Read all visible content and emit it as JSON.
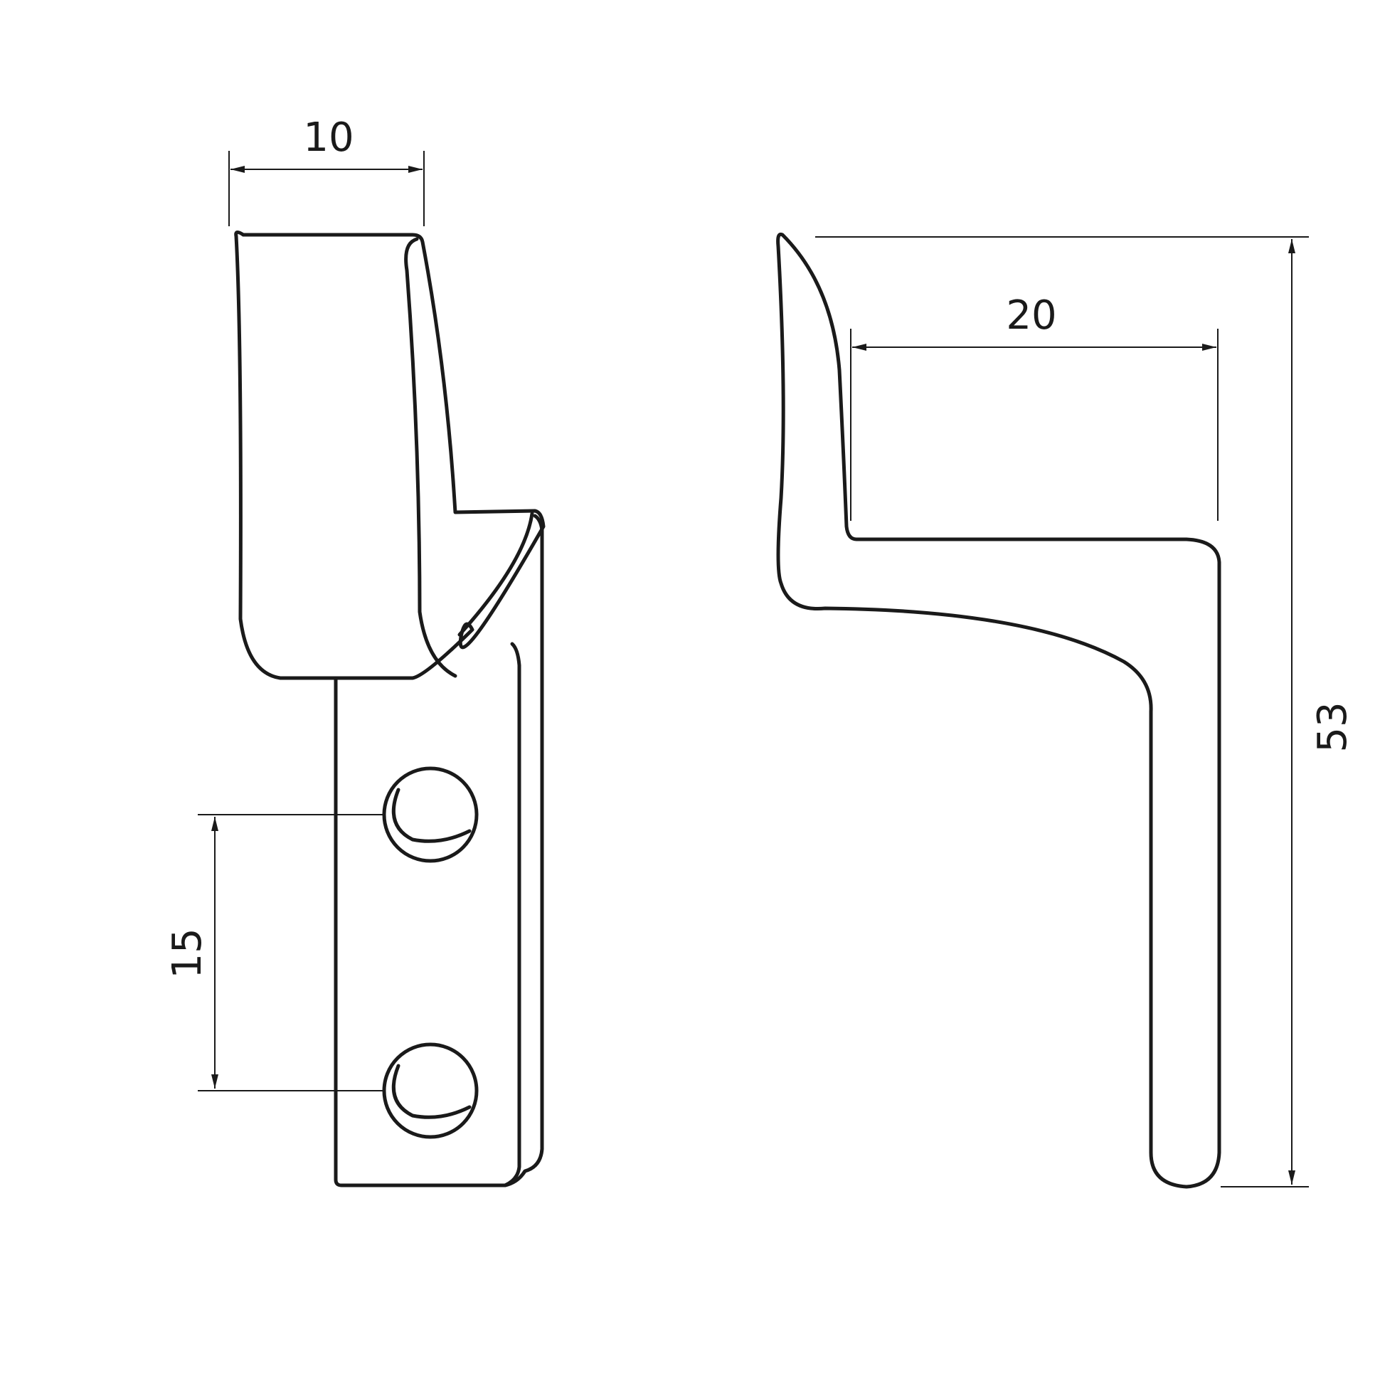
{
  "drawing": {
    "line_color": "#1a1a1a",
    "background": "#ffffff",
    "front_view": {
      "width_label": "10",
      "hole_spacing_label": "15"
    },
    "side_view": {
      "reach_label": "20",
      "height_label": "53"
    }
  }
}
